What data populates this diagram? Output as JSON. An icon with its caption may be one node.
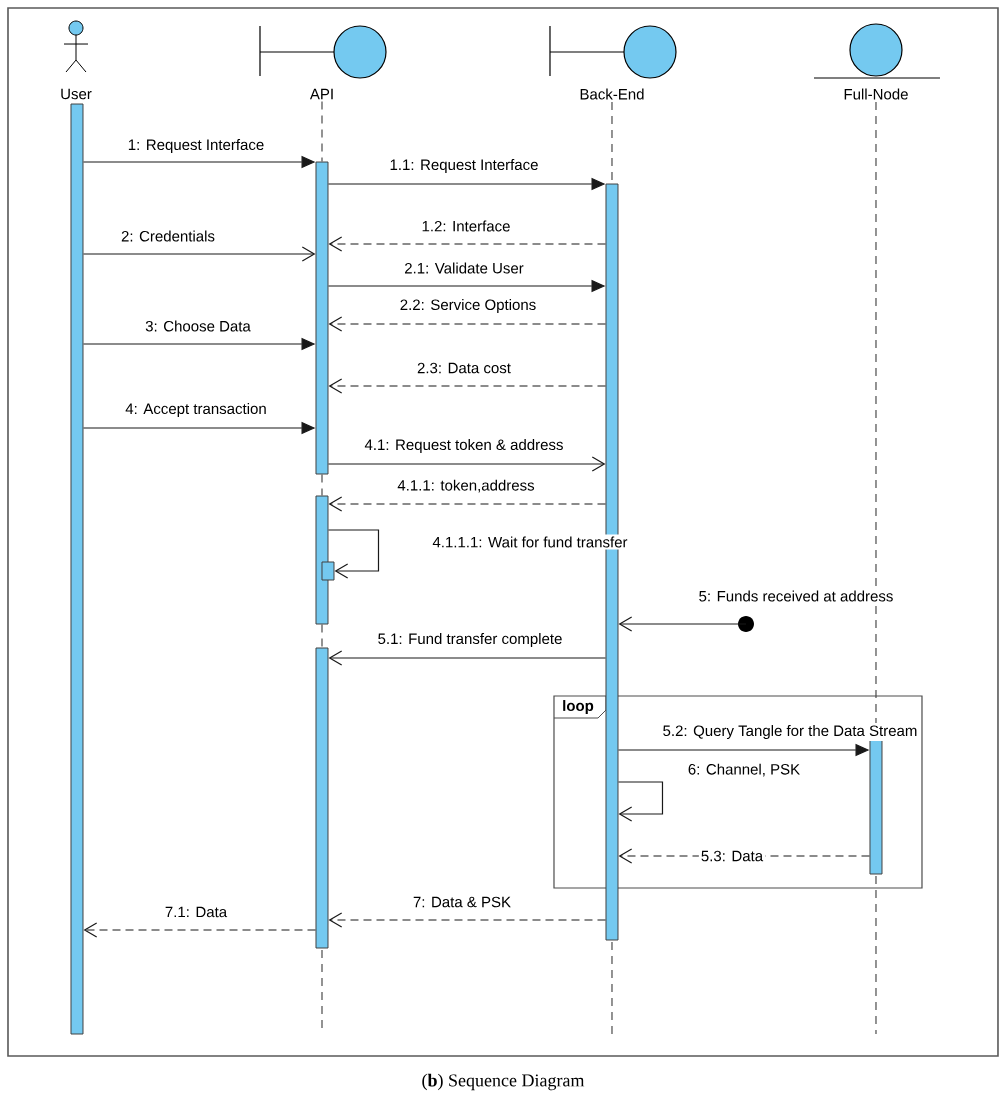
{
  "diagram": {
    "caption": "(**b**) Sequence Diagram",
    "nodes": [
      {
        "text": [
          "User"
        ]
      },
      {
        "text": [
          "API"
        ]
      },
      {
        "text": [
          "Back-End"
        ]
      },
      {
        "text": [
          "Full-Node"
        ]
      },
      {
        "text": [],
        "shape": "bar"
      },
      {
        "text": [],
        "shape": "bar"
      },
      {
        "text": [],
        "shape": "bar"
      },
      {
        "text": [],
        "shape": "bar"
      },
      {
        "text": [],
        "shape": "bar"
      },
      {
        "text": [],
        "shape": "bar"
      },
      {
        "text": [],
        "shape": "circle"
      },
      {
        "text": [
          "loop"
        ]
      },
      {
        "text": [],
        "shape": "bar",
        "in": 11
      }
    ],
    "edges": [
      {
        "from": 4,
        "to": 5,
        "arrow": "to",
        "label": "1: Request Interface"
      },
      {
        "from": 5,
        "to": 9,
        "arrow": "to",
        "label": "1.1: Request Interface"
      },
      {
        "from": 9,
        "to": 5,
        "arrow": "to",
        "label": "1.2: Interface",
        "style": "dashed"
      },
      {
        "from": 4,
        "to": 5,
        "arrow": "to",
        "label": "2: Credentials"
      },
      {
        "from": 5,
        "to": 9,
        "arrow": "to",
        "label": "2.1: Validate User"
      },
      {
        "from": 9,
        "to": 5,
        "arrow": "to",
        "label": "2.2: Service Options",
        "style": "dashed"
      },
      {
        "from": 4,
        "to": 5,
        "arrow": "to",
        "label": "3: Choose Data"
      },
      {
        "from": 9,
        "to": 5,
        "arrow": "to",
        "label": "2.3: Data cost",
        "style": "dashed"
      },
      {
        "from": 4,
        "to": 5,
        "arrow": "to",
        "label": "4: Accept transaction"
      },
      {
        "from": 5,
        "to": 9,
        "arrow": "to",
        "label": "4.1: Request token & address"
      },
      {
        "from": 9,
        "to": 6,
        "arrow": "to",
        "label": "4.1.1: token,address",
        "style": "dashed"
      },
      {
        "from": 6,
        "to": 7,
        "arrow": "to",
        "label": "4.1.1.1: Wait for fund transfer"
      },
      {
        "from": 10,
        "to": 9,
        "arrow": "to",
        "label": "5: Funds received at address"
      },
      {
        "from": 9,
        "to": 8,
        "arrow": "to",
        "label": "5.1: Fund transfer complete"
      },
      {
        "from": 9,
        "to": 12,
        "arrow": "to",
        "label": "5.2: Query Tangle for the Data Stream"
      },
      {
        "from": 9,
        "to": 9,
        "arrow": "to",
        "label": "6: Channel, PSK"
      },
      {
        "from": 12,
        "to": 9,
        "arrow": "to",
        "label": "5.3: Data",
        "style": "dashed"
      },
      {
        "from": 9,
        "to": 8,
        "arrow": "to",
        "label": "7: Data & PSK",
        "style": "dashed"
      },
      {
        "from": 8,
        "to": 4,
        "arrow": "to",
        "label": "7.1: Data",
        "style": "dashed"
      },
      {
        "from": 1,
        "to": 5,
        "arrow": "none",
        "style": "dashed"
      },
      {
        "from": 5,
        "to": 6,
        "arrow": "none",
        "style": "dashed"
      },
      {
        "from": 6,
        "to": 8,
        "arrow": "none",
        "style": "dashed"
      },
      {
        "from": 2,
        "to": 9,
        "arrow": "none",
        "style": "dashed"
      },
      {
        "from": 3,
        "to": 12,
        "arrow": "none",
        "style": "dashed"
      }
    ]
  }
}
